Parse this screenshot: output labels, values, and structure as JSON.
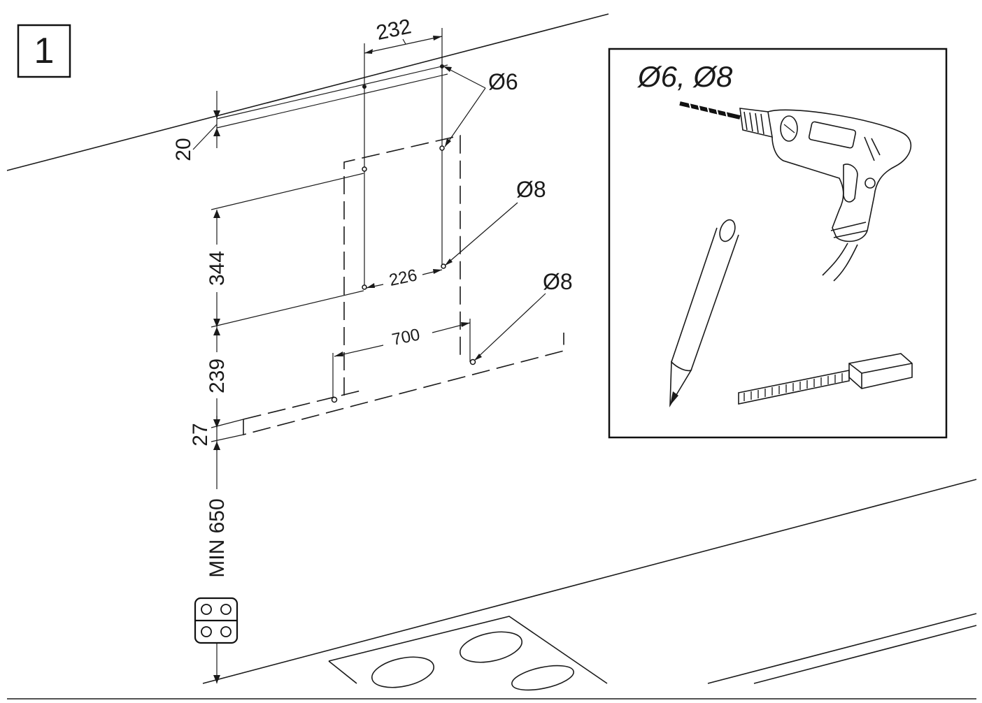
{
  "step_number": "1",
  "dimensions": {
    "top_offset": "20",
    "hole_spacing_top": "232",
    "hole_spacing_bottom": "226",
    "vertical_344": "344",
    "vertical_239": "239",
    "vertical_27": "27",
    "hood_width": "700",
    "min_height": "MIN 650"
  },
  "holes": {
    "top": "Ø6",
    "middle": "Ø8",
    "bottom": "Ø8"
  },
  "tools_box": {
    "drill_sizes": "Ø6, Ø8",
    "tools": [
      "drill-icon",
      "pencil-icon",
      "tape-measure-icon"
    ]
  },
  "icons": [
    "cooktop-symbol-icon"
  ]
}
